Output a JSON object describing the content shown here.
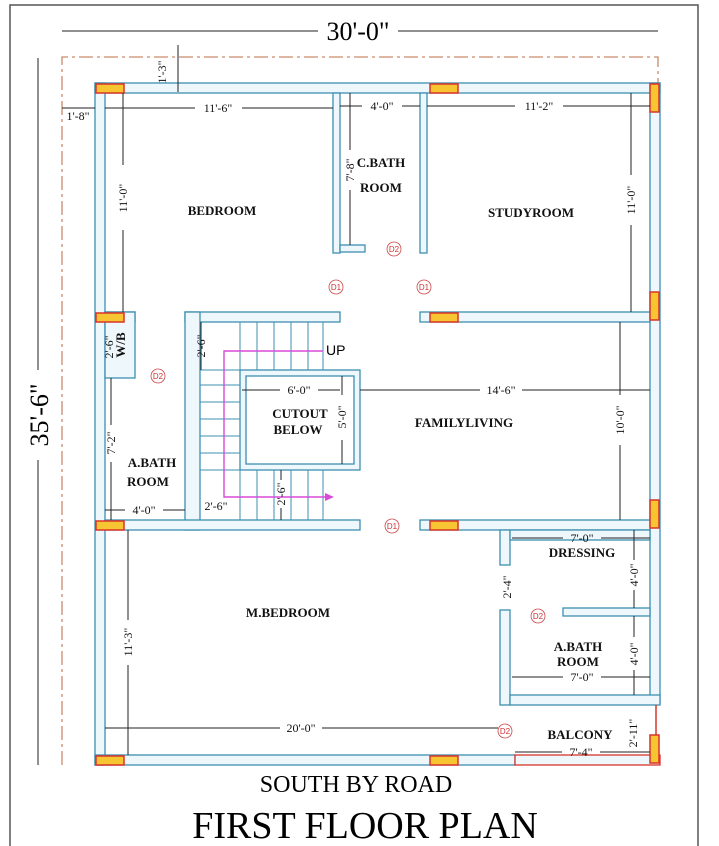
{
  "title": "FIRST FLOOR PLAN",
  "subtitle": "SOUTH BY ROAD",
  "overall": {
    "width": "30'-0\"",
    "depth": "35'-6\""
  },
  "rooms": {
    "bedroom": "BEDROOM",
    "cbath1": "C.BATH",
    "cbath2": "ROOM",
    "study": "STUDYROOM",
    "wb": "W/B",
    "abath1": "A.BATH",
    "abath2": "ROOM",
    "cutout1": "CUTOUT",
    "cutout2": "BELOW",
    "family": "FAMILYLIVING",
    "mbedroom": "M.BEDROOM",
    "dressing": "DRESSING",
    "abath3": "A.BATH",
    "abath4": "ROOM",
    "balcony": "BALCONY",
    "up": "UP"
  },
  "dims": {
    "setback_top": "1'-3\"",
    "setback_left": "1'-8\"",
    "bed_w": "11'-6\"",
    "bed_h": "11'-0\"",
    "cbath_w": "4'-0\"",
    "cbath_h": "7'-8\"",
    "study_w": "11'-2\"",
    "study_h": "11'-0\"",
    "wb_h": "2'-6\"",
    "stair_top": "2'-6\"",
    "cutout_w": "6'-0\"",
    "cutout_h": "5'-0\"",
    "family_w": "14'-6\"",
    "family_h": "10'-0\"",
    "abath_h": "7'-2\"",
    "abath_w": "4'-0\"",
    "stair_w": "2'-6\"",
    "stair_bottom": "2'-6\"",
    "mbed_h": "11'-3\"",
    "mbed_w": "20'-0\"",
    "dress_w": "7'-0\"",
    "dress_h": "4'-0\"",
    "door_gap": "2'-4\"",
    "abath2_w": "7'-0\"",
    "abath2_h": "4'-0\"",
    "balcony_w": "7'-4\"",
    "balcony_h": "2'-11\""
  },
  "doors": [
    "D2",
    "D1",
    "D1",
    "D2",
    "D1",
    "D2",
    "D2"
  ],
  "colors": {
    "wall": "#3d8fb0",
    "window": "#f7c531",
    "stair_arrow": "#d94ad9",
    "plot_line": "#c98a6a"
  }
}
